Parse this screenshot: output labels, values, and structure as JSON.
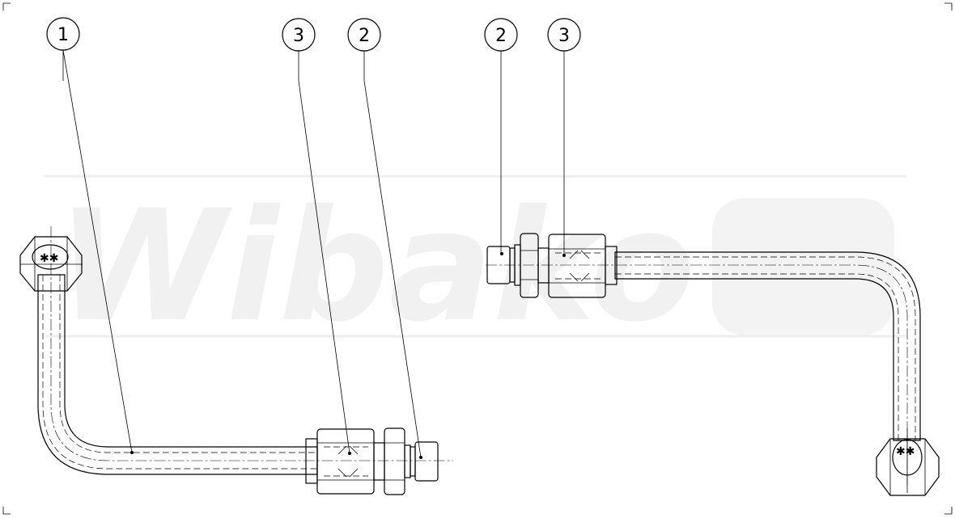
{
  "watermark": {
    "text": "Wibako"
  },
  "callouts": [
    {
      "id": "callout-1-left-pipe",
      "label": "1"
    },
    {
      "id": "callout-3-left-nut",
      "label": "3"
    },
    {
      "id": "callout-2-left-adapter",
      "label": "2"
    },
    {
      "id": "callout-2-right-adapter",
      "label": "2"
    },
    {
      "id": "callout-3-right-nut",
      "label": "3"
    }
  ],
  "end_markings": {
    "left": "✱✱",
    "right": "✱✱"
  },
  "colors": {
    "line": "#000000",
    "watermark": "#f1f1f1",
    "background": "#ffffff"
  }
}
